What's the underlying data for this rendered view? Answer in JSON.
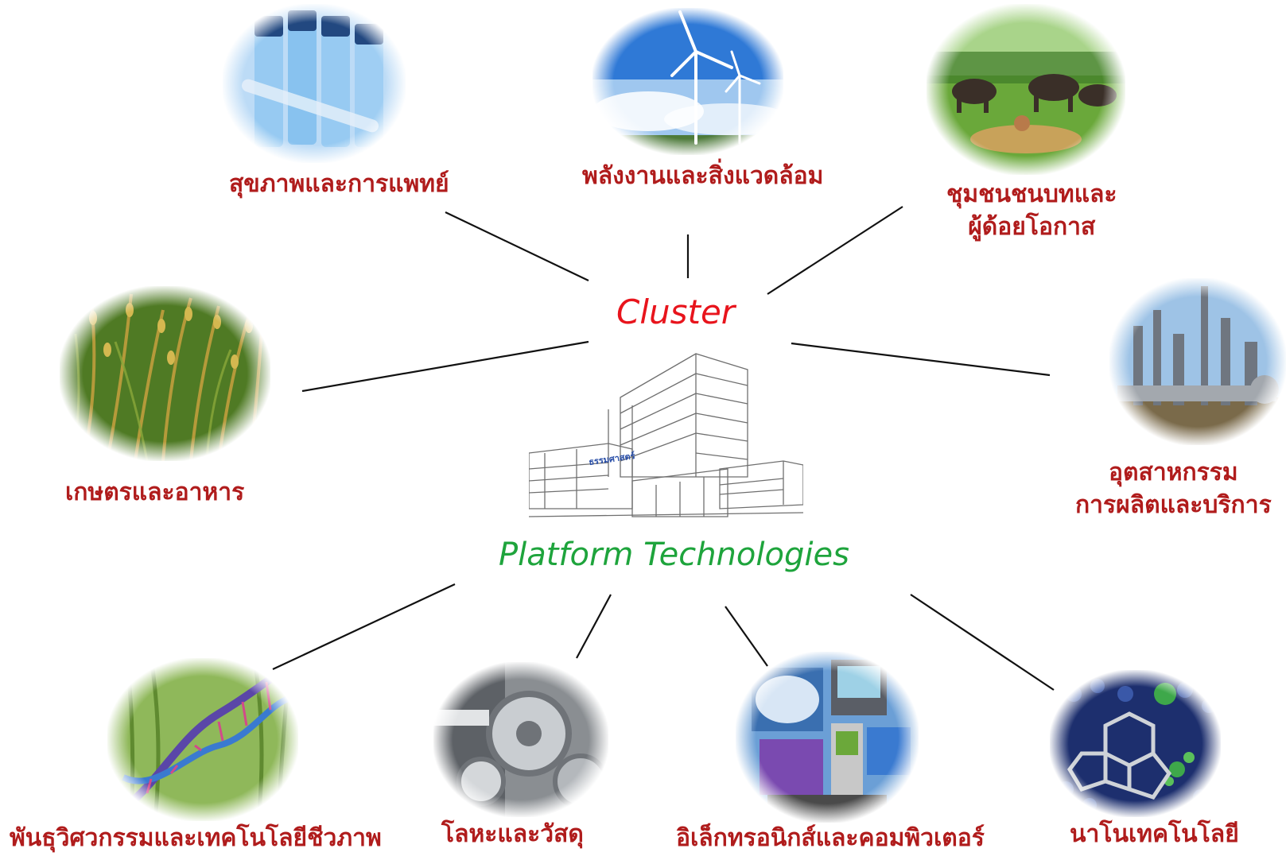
{
  "hub": {
    "cluster_label": "Cluster",
    "platform_label": "Platform Technologies",
    "logo_text": "ธรรมศาสตร์",
    "colors": {
      "cluster": "#e8141c",
      "platform": "#1ea43c",
      "line": "#111111"
    }
  },
  "clusters": {
    "health": {
      "label": "สุขภาพและการแพทย์",
      "icon": "vaccine-vials-icon"
    },
    "energy": {
      "label": "พลังงานและสิ่งแวดล้อม",
      "icon": "wind-turbine-icon"
    },
    "community": {
      "label_line1": "ชุมชนชนบทและ",
      "label_line2": "ผู้ด้อยโอกาส",
      "icon": "buffalo-field-icon"
    },
    "agriculture": {
      "label": "เกษตรและอาหาร",
      "icon": "rice-plant-icon"
    },
    "industry": {
      "label_line1": "อุตสาหกรรม",
      "label_line2": "การผลิตและบริการ",
      "icon": "refinery-icon"
    }
  },
  "platforms": {
    "biotech": {
      "label": "พันธุวิศวกรรมและเทคโนโลยีชีวภาพ",
      "icon": "dna-helix-icon"
    },
    "materials": {
      "label": "โลหะและวัสดุ",
      "icon": "gears-icon"
    },
    "electronics": {
      "label": "อิเล็กทรอนิกส์และคอมพิวเตอร์",
      "icon": "electronics-collage-icon"
    },
    "nano": {
      "label": "นาโนเทคโนโลยี",
      "icon": "fullerene-icon"
    }
  }
}
